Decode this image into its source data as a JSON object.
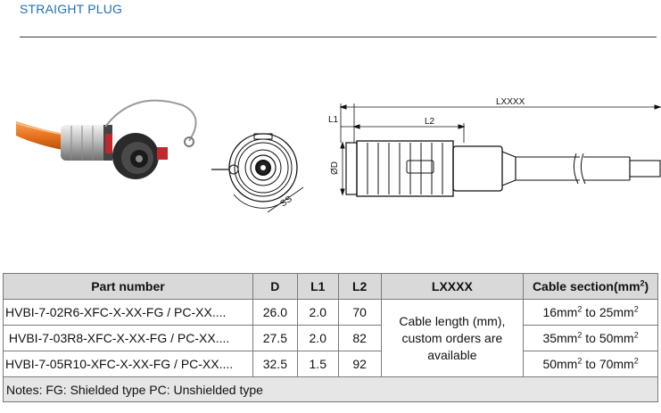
{
  "header": {
    "title": "STRAIGHT PLUG"
  },
  "drawing": {
    "dim_lxxxx": "LXXXX",
    "dim_l1": "L1",
    "dim_l2": "L2",
    "dim_d": "ØD",
    "dim_ss": "SS"
  },
  "table": {
    "headers": {
      "part_number": "Part number",
      "d": "D",
      "l1": "L1",
      "l2": "L2",
      "lxxxx": "LXXXX",
      "cable_section": "Cable section(mm",
      "cable_section_sup": "2",
      "cable_section_end": ")"
    },
    "rows": [
      {
        "part_number": "HVBI-7-02R6-XFC-X-XX-FG / PC-XX....",
        "d": "26.0",
        "l1": "2.0",
        "l2": "70",
        "cs_a": "16mm",
        "cs_a_sup": "2",
        "cs_to": " to 25mm",
        "cs_b_sup": "2"
      },
      {
        "part_number": " HVBI-7-03R8-XFC-X-XX-FG / PC-XX....",
        "d": "27.5",
        "l1": "2.0",
        "l2": "82",
        "cs_a": "35mm",
        "cs_a_sup": "2",
        "cs_to": " to 50mm",
        "cs_b_sup": "2"
      },
      {
        "part_number": "HVBI-7-05R10-XFC-X-XX-FG / PC-XX....",
        "d": "32.5",
        "l1": "1.5",
        "l2": "92",
        "cs_a": "50mm",
        "cs_a_sup": "2",
        "cs_to": " to 70mm",
        "cs_b_sup": "2"
      }
    ],
    "lxxxx_note_line1": "Cable length (mm),",
    "lxxxx_note_line2": "custom orders are",
    "lxxxx_note_line3": "available",
    "notes": "Notes: FG: Shielded type PC: Unshielded type"
  }
}
